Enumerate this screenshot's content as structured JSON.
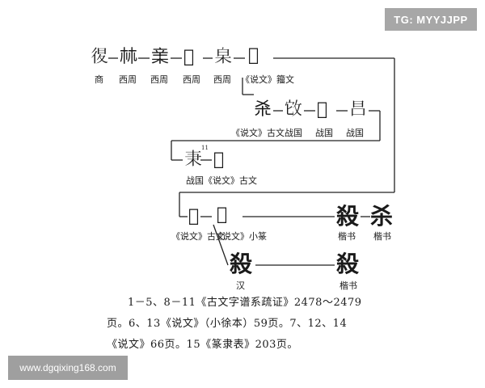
{
  "watermarks": {
    "top_right": "TG: MYYJJPP",
    "bottom_left": "www.dgqixing168.com"
  },
  "rows": {
    "row1": {
      "glyphs": [
        "𢓴",
        "𣏟",
        "𣓀",
        "𣎬",
        "𣐩",
        "𣓮"
      ],
      "captions": [
        "商",
        "西周",
        "西周",
        "西周",
        "西周",
        "《说文》籀文"
      ]
    },
    "row2": {
      "glyphs": [
        "𣏂",
        "𢼊",
        "𢽳",
        "𣅊"
      ],
      "captions": [
        "《说文》古文",
        "战国",
        "战国",
        "战国"
      ]
    },
    "row3": {
      "glyphs": [
        "𣏃",
        "𢕛"
      ],
      "superscript": "11",
      "captions": [
        "战国《说文》古文"
      ]
    },
    "row4": {
      "glyphs": [
        "𣏆",
        "𣓻",
        "殺",
        "杀"
      ],
      "captions": [
        "《说文》古文",
        "《说文》小篆",
        "楷书",
        "楷书"
      ]
    },
    "row5": {
      "glyphs": [
        "殺",
        "殺"
      ],
      "captions": [
        "汉",
        "楷书"
      ]
    }
  },
  "notes": [
    "1－5、8－11《古文字谱系疏证》2478～2479",
    "页。6、13《说文》（小徐本）59页。7、12、14",
    "《说文》66页。15《篆隶表》203页。"
  ]
}
